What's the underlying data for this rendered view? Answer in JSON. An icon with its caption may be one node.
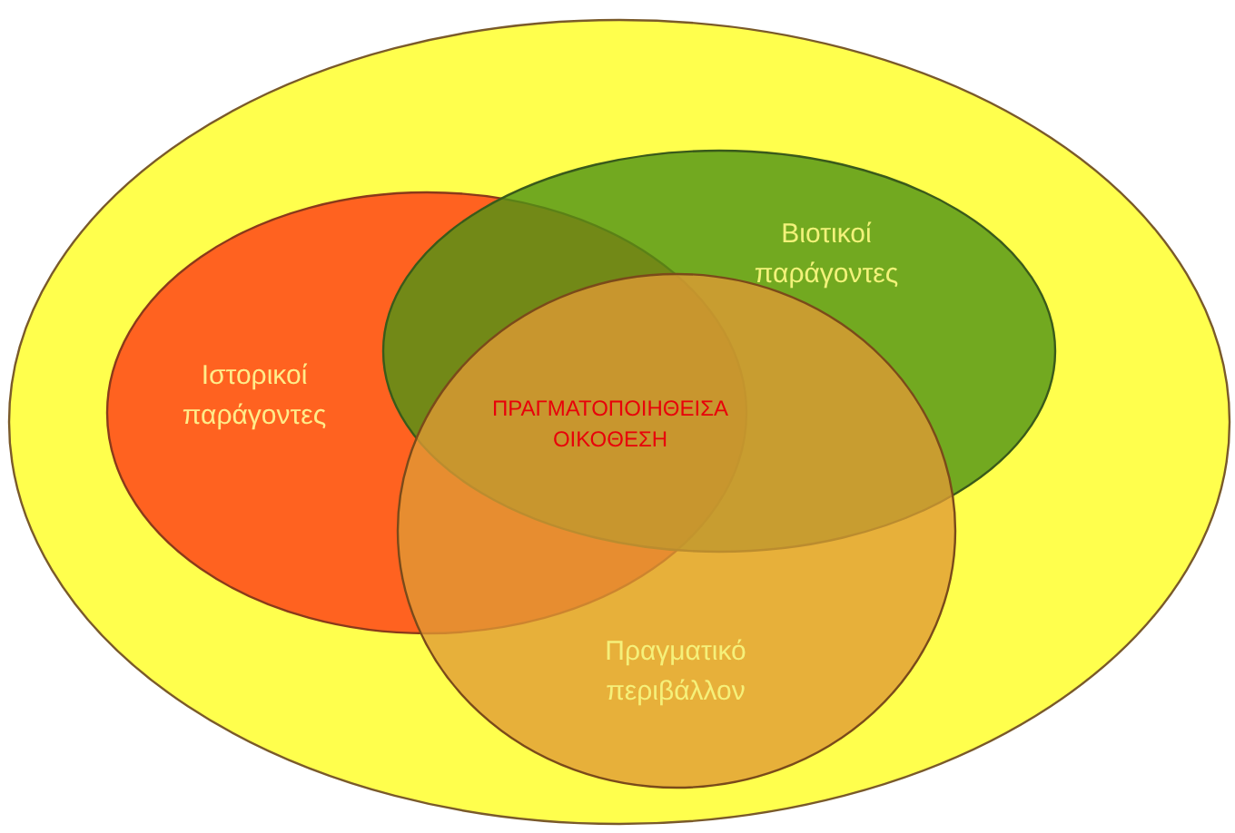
{
  "diagram": {
    "nodes": [
      {
        "text": [],
        "shape": "ellipse"
      },
      {
        "text": [
          "Ιστορικοί παράγοντες"
        ],
        "in": 0
      },
      {
        "text": [
          "Βιοτικοί παράγοντες"
        ],
        "in": 0
      },
      {
        "text": [
          "Πραγματικό περιβάλλον"
        ],
        "in": 0
      }
    ],
    "labels": [
      "ΠΡΑΓΜΑΤΟΠΟΙΗΘΕΙΣΑ ΟΙΚΟΘΕΣΗ"
    ]
  }
}
